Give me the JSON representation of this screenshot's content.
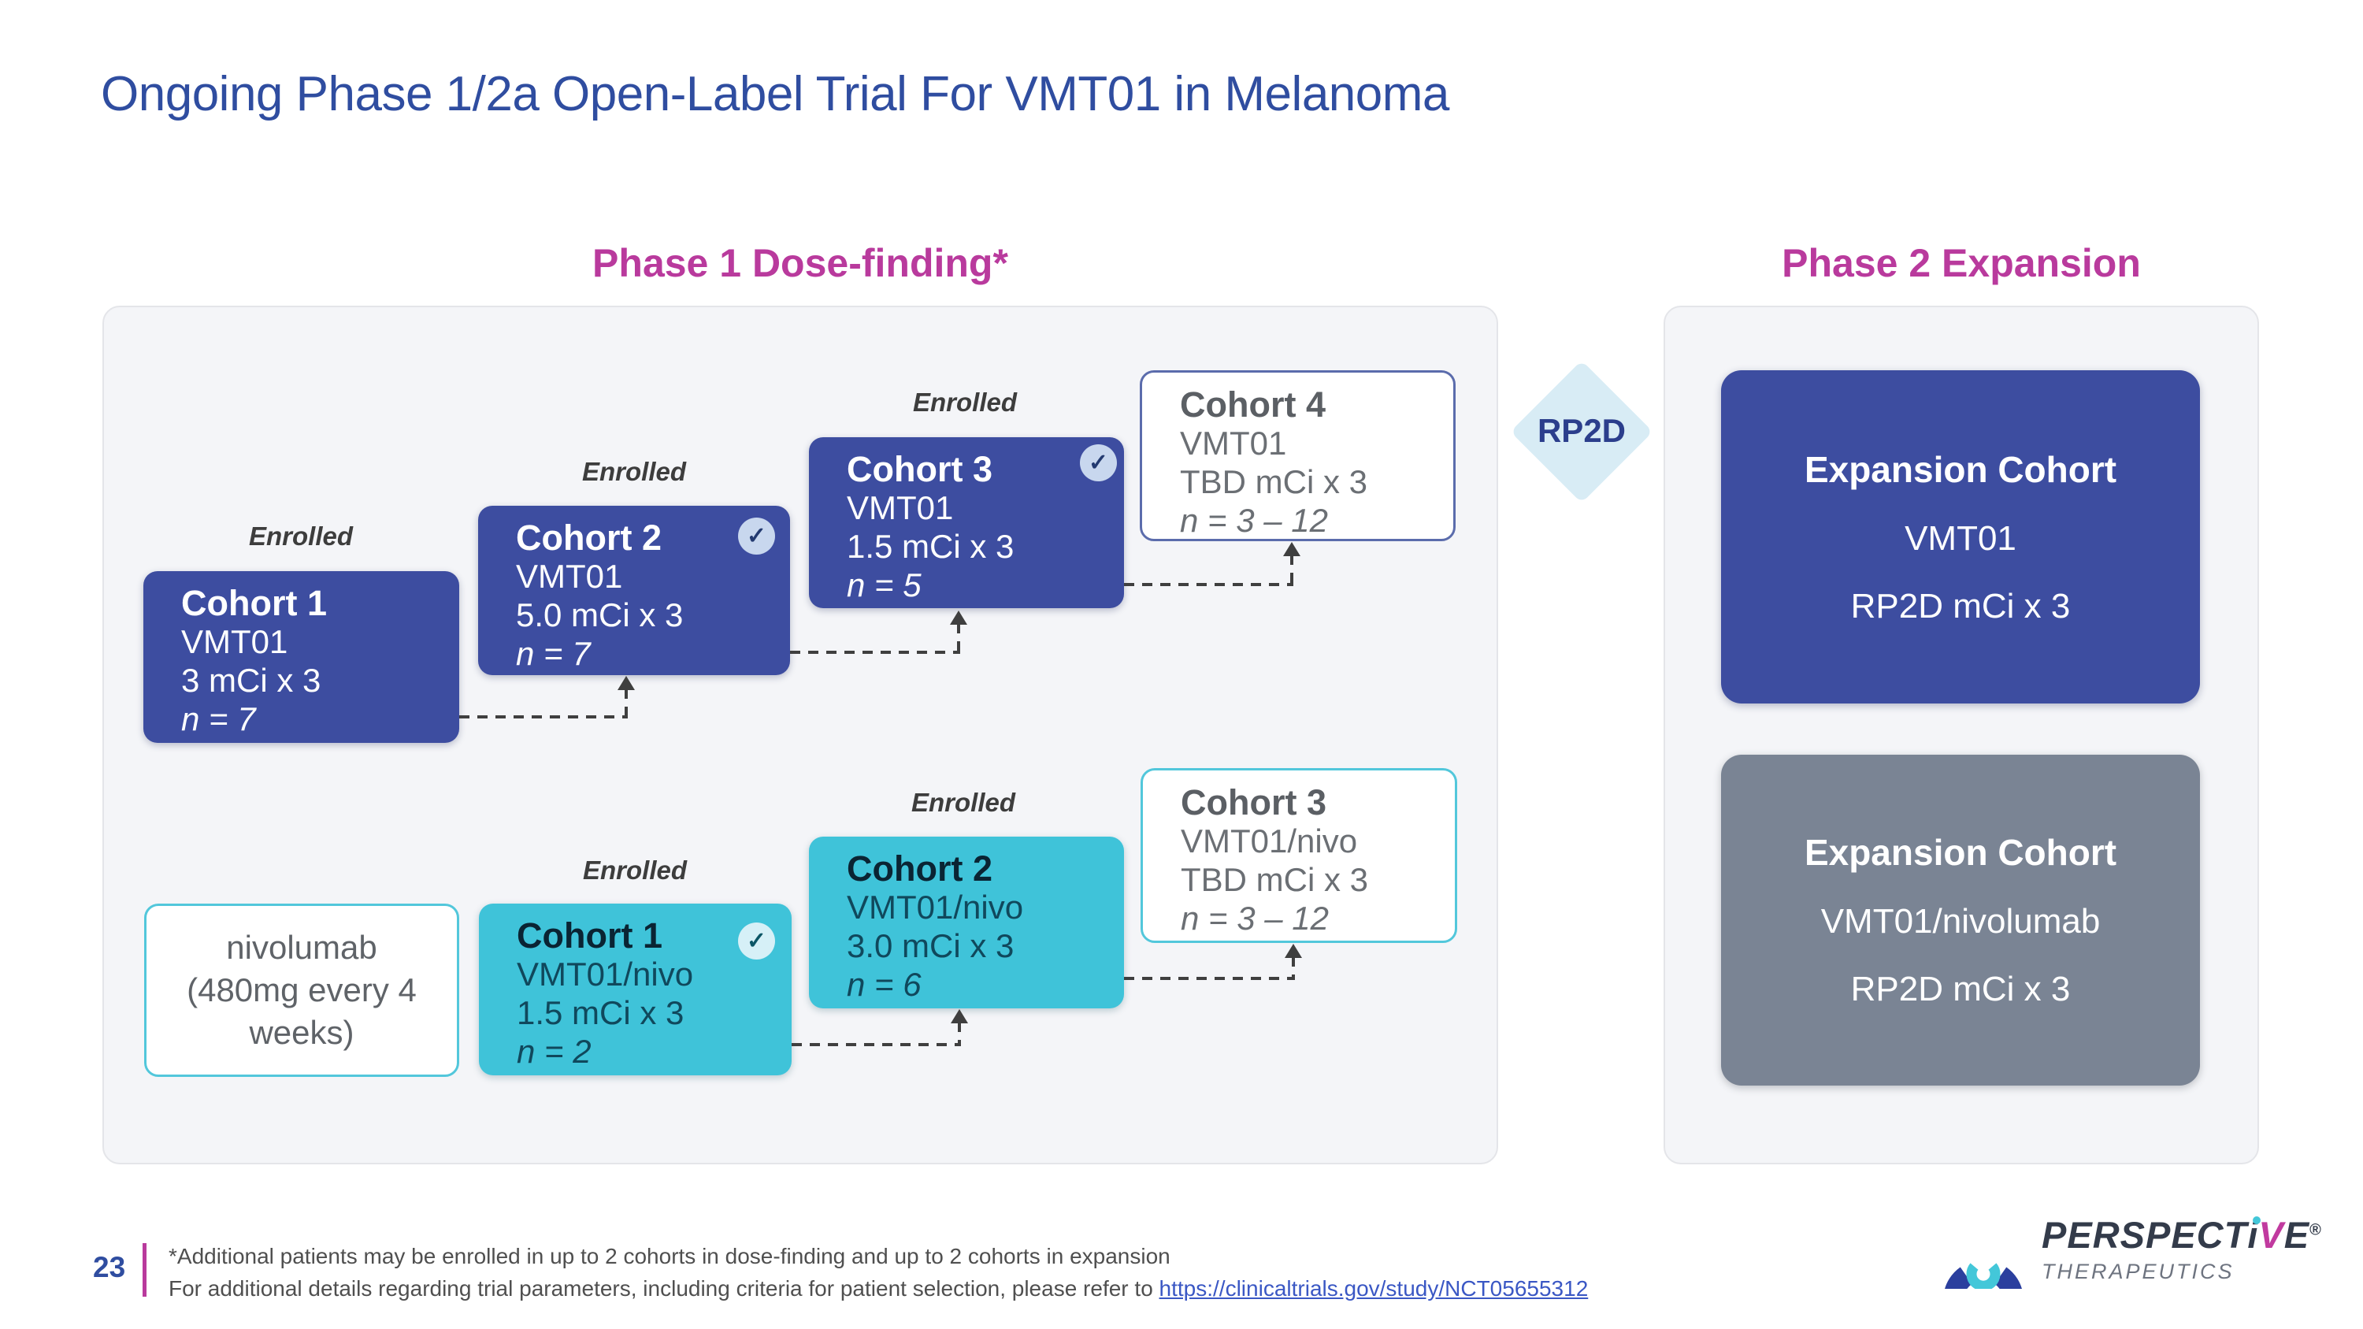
{
  "labels": {
    "enrolled": "Enrolled"
  },
  "slide": {
    "title": "Ongoing Phase 1/2a Open-Label Trial For VMT01 in Melanoma"
  },
  "phase1": {
    "header": "Phase 1 Dose-finding*",
    "mono_cohorts": [
      {
        "title": "Cohort 1",
        "drug": "VMT01",
        "dose": "3 mCi x 3",
        "n": "n = 7"
      },
      {
        "title": "Cohort 2",
        "drug": "VMT01",
        "dose": "5.0 mCi x 3",
        "n": "n = 7"
      },
      {
        "title": "Cohort 3",
        "drug": "VMT01",
        "dose": "1.5 mCi x 3",
        "n": "n = 5"
      },
      {
        "title": "Cohort 4",
        "drug": "VMT01",
        "dose": "TBD mCi x 3",
        "n": "n = 3 – 12"
      }
    ],
    "nivolumab_note": "nivolumab (480mg every 4 weeks)",
    "combo_cohorts": [
      {
        "title": "Cohort 1",
        "drug": "VMT01/nivo",
        "dose": "1.5 mCi x 3",
        "n": "n = 2"
      },
      {
        "title": "Cohort 2",
        "drug": "VMT01/nivo",
        "dose": "3.0 mCi x 3",
        "n": "n = 6"
      },
      {
        "title": "Cohort 3",
        "drug": "VMT01/nivo",
        "dose": "TBD mCi x 3",
        "n": "n = 3 – 12"
      }
    ]
  },
  "rp2d": {
    "label": "RP2D"
  },
  "phase2": {
    "header": "Phase 2 Expansion",
    "expansion_blue": {
      "title": "Expansion Cohort",
      "line2": "VMT01",
      "line3": "RP2D mCi x 3"
    },
    "expansion_gray": {
      "title": "Expansion Cohort",
      "line2": "VMT01/nivolumab",
      "line3": "RP2D mCi x 3"
    }
  },
  "footer": {
    "page_number": "23",
    "footnote1": "*Additional patients may be enrolled in up to 2 cohorts in dose-finding and up to 2 cohorts in expansion",
    "footnote2_prefix": "For additional details regarding trial parameters, including criteria for patient selection, please refer to ",
    "link_text": "https://clinicaltrials.gov/study/NCT05655312"
  },
  "logo": {
    "word_part1": "PERSPECT",
    "word_i": "i",
    "word_v": "V",
    "word_e": "E",
    "reg": "®",
    "sub": "THERAPEUTICS"
  },
  "icons": {
    "check": "✓"
  },
  "colors": {
    "accent_blue": "#3D4DA0",
    "accent_teal": "#3FC3D9",
    "magenta": "#B93A9D",
    "title_blue": "#2F4DA0",
    "gray_box": "#7A8494",
    "diamond_fill": "#D8ECF5"
  }
}
